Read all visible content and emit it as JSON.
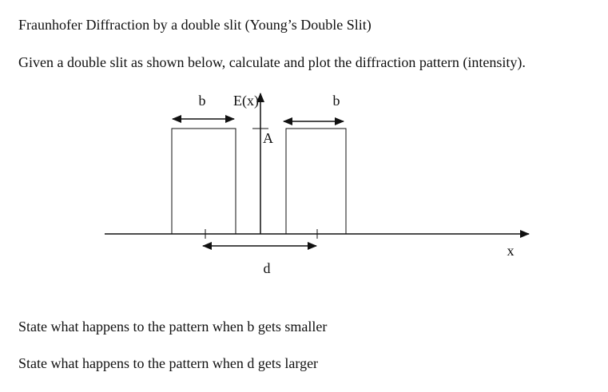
{
  "document": {
    "title": "Fraunhofer Diffraction by a double slit (Young’s Double Slit)",
    "intro": "Given a double slit as shown below, calculate and plot the diffraction pattern (intensity).",
    "questions": [
      "State what happens to the pattern when b gets smaller",
      "State what happens to the pattern when d gets larger"
    ]
  },
  "diagram": {
    "labels": {
      "slit_width_left": "b",
      "slit_width_right": "b",
      "y_axis": "E(x)",
      "amplitude": "A",
      "x_axis": "x",
      "separation": "d"
    },
    "colors": {
      "ink": "#111111",
      "background": "#ffffff"
    }
  }
}
